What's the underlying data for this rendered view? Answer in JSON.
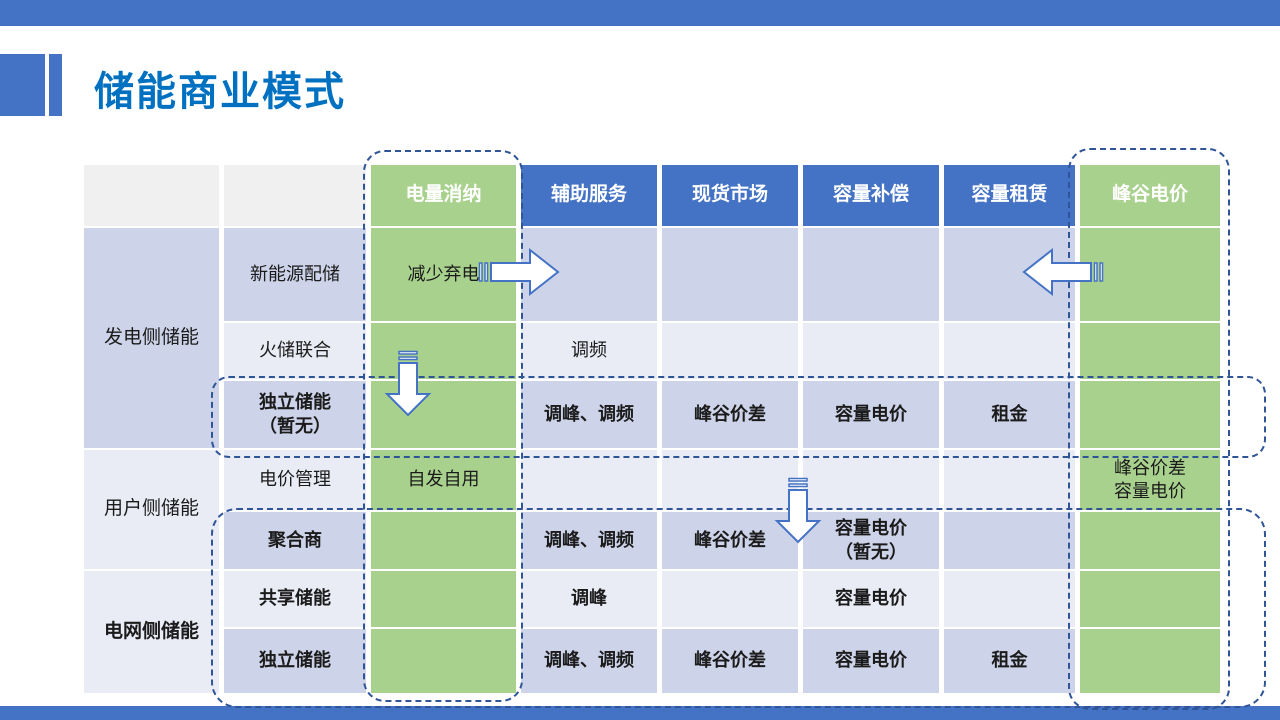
{
  "slide": {
    "title": "储能商业模式"
  },
  "table": {
    "column_headers": [
      "电量消纳",
      "辅助服务",
      "现货市场",
      "容量补偿",
      "容量租赁",
      "峰谷电价"
    ],
    "row_groups": [
      {
        "label": "发电侧储能"
      },
      {
        "label": "用户侧储能"
      },
      {
        "label": "电网侧储能"
      }
    ],
    "rows": [
      {
        "label": "新能源配储",
        "cells": [
          "减少弃电",
          "",
          "",
          "",
          "",
          ""
        ]
      },
      {
        "label": "火储联合",
        "cells": [
          "",
          "调频",
          "",
          "",
          "",
          ""
        ]
      },
      {
        "label": "独立储能\n（暂无）",
        "cells": [
          "",
          "调峰、调频",
          "峰谷价差",
          "容量电价",
          "租金",
          ""
        ]
      },
      {
        "label": "电价管理",
        "cells": [
          "自发自用",
          "",
          "",
          "",
          "",
          "峰谷价差\n容量电价"
        ]
      },
      {
        "label": "聚合商",
        "cells": [
          "",
          "调峰、调频",
          "峰谷价差",
          "容量电价\n（暂无）",
          "",
          ""
        ]
      },
      {
        "label": "共享储能",
        "cells": [
          "",
          "调峰",
          "",
          "容量电价",
          "",
          ""
        ]
      },
      {
        "label": "独立储能",
        "cells": [
          "",
          "调峰、调频",
          "峰谷价差",
          "容量电价",
          "租金",
          ""
        ]
      }
    ]
  },
  "annotations": {
    "dashed_boxes": [
      "电量消纳列",
      "峰谷电价列",
      "独立储能（暂无）行",
      "聚合商至独立储能行"
    ],
    "arrows": [
      "striped-arrow-right",
      "striped-arrow-left",
      "striped-arrow-down-1",
      "striped-arrow-down-2"
    ]
  },
  "colors": {
    "accent_blue": "#4472C4",
    "title_blue": "#0070C0",
    "cell_green": "#A9D18E",
    "row_dark": "#CDD3E8",
    "row_light": "#E9EBF5",
    "header_gray": "#F0F0F0",
    "dashed_outline": "#2F5597"
  }
}
